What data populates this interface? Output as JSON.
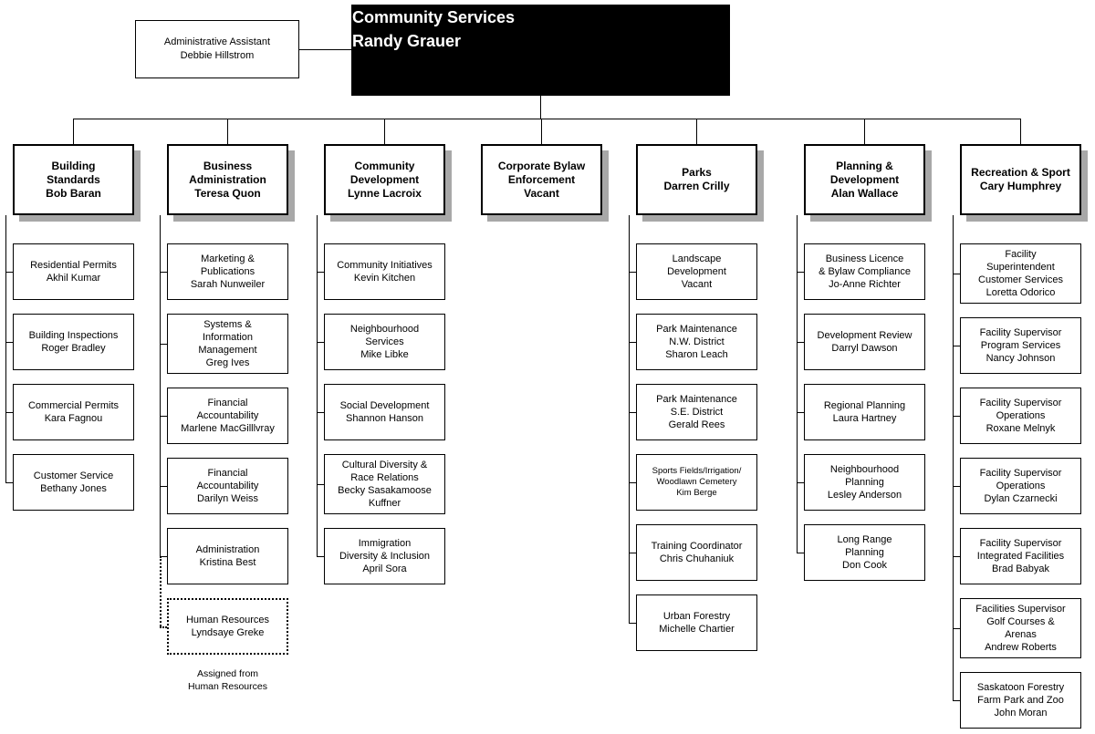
{
  "root": {
    "title": "Community Services",
    "name": "Randy Grauer"
  },
  "assistant": {
    "title": "Administrative  Assistant",
    "name": "Debbie Hillstrom"
  },
  "colors": {
    "root_bg": "#000000",
    "root_text": "#ffffff",
    "box_border": "#000000",
    "shadow": "#a8a8a8",
    "line": "#000000",
    "background": "#ffffff"
  },
  "columns": [
    {
      "title": "Building\nStandards",
      "name": "Bob Baran",
      "children": [
        {
          "title": "Residential Permits",
          "name": "Akhil Kumar"
        },
        {
          "title": "Building Inspections",
          "name": "Roger Bradley"
        },
        {
          "title": "Commercial Permits",
          "name": "Kara Fagnou"
        },
        {
          "title": "Customer Service",
          "name": "Bethany Jones"
        }
      ]
    },
    {
      "title": "Business\nAdministration",
      "name": "Teresa Quon",
      "note": "Assigned from\nHuman Resources",
      "children": [
        {
          "title": "Marketing &\nPublications",
          "name": "Sarah Nunweiler"
        },
        {
          "title": "Systems &\nInformation\nManagement",
          "name": "Greg Ives"
        },
        {
          "title": "Financial\nAccountability",
          "name": "Marlene MacGilllvray"
        },
        {
          "title": "Financial\nAccountability",
          "name": "Darilyn Weiss"
        },
        {
          "title": "Administration",
          "name": "Kristina Best"
        },
        {
          "title": "Human Resources",
          "name": "Lyndsaye Greke",
          "style": "dotted"
        }
      ]
    },
    {
      "title": "Community\nDevelopment",
      "name": "Lynne Lacroix",
      "children": [
        {
          "title": "Community Initiatives",
          "name": "Kevin Kitchen"
        },
        {
          "title": "Neighbourhood\nServices",
          "name": "Mike Libke"
        },
        {
          "title": "Social Development",
          "name": "Shannon Hanson"
        },
        {
          "title": "Cultural Diversity &\nRace Relations",
          "name": "Becky Sasakamoose\nKuffner"
        },
        {
          "title": "Immigration\nDiversity & Inclusion",
          "name": "April Sora"
        }
      ]
    },
    {
      "title": "Corporate Bylaw\nEnforcement\nVacant",
      "name": "",
      "children": []
    },
    {
      "title": "Parks",
      "name": "Darren Crilly",
      "children": [
        {
          "title": "Landscape\nDevelopment",
          "name": "Vacant"
        },
        {
          "title": "Park Maintenance\nN.W. District",
          "name": "Sharon Leach"
        },
        {
          "title": "Park Maintenance\nS.E. District",
          "name": "Gerald Rees"
        },
        {
          "title": "Sports Fields/Irrigation/\nWoodlawn Cemetery",
          "name": "Kim Berge",
          "small": true
        },
        {
          "title": "Training Coordinator",
          "name": "Chris Chuhaniuk"
        },
        {
          "title": "Urban Forestry",
          "name": "Michelle Chartier"
        }
      ]
    },
    {
      "title": "Planning &\nDevelopment",
      "name": "Alan Wallace",
      "children": [
        {
          "title": "Business Licence\n& Bylaw Compliance",
          "name": "Jo-Anne Richter"
        },
        {
          "title": "Development Review",
          "name": "Darryl Dawson"
        },
        {
          "title": "Regional Planning",
          "name": "Laura Hartney"
        },
        {
          "title": "Neighbourhood\nPlanning",
          "name": "Lesley Anderson"
        },
        {
          "title": "Long Range\nPlanning",
          "name": "Don Cook"
        }
      ]
    },
    {
      "title": "Recreation & Sport",
      "name": "Cary Humphrey",
      "children": [
        {
          "title": "Facility\nSuperintendent\nCustomer Services",
          "name": "Loretta Odorico"
        },
        {
          "title": "Facility Supervisor\nProgram Services",
          "name": "Nancy Johnson"
        },
        {
          "title": "Facility Supervisor\nOperations",
          "name": "Roxane Melnyk"
        },
        {
          "title": "Facility Supervisor\nOperations",
          "name": "Dylan Czarnecki"
        },
        {
          "title": "Facility Supervisor\nIntegrated Facilities",
          "name": "Brad Babyak"
        },
        {
          "title": "Facilities Supervisor\nGolf Courses &\nArenas",
          "name": "Andrew Roberts"
        },
        {
          "title": "Saskatoon Forestry\nFarm Park and Zoo",
          "name": "John Moran"
        }
      ]
    }
  ]
}
